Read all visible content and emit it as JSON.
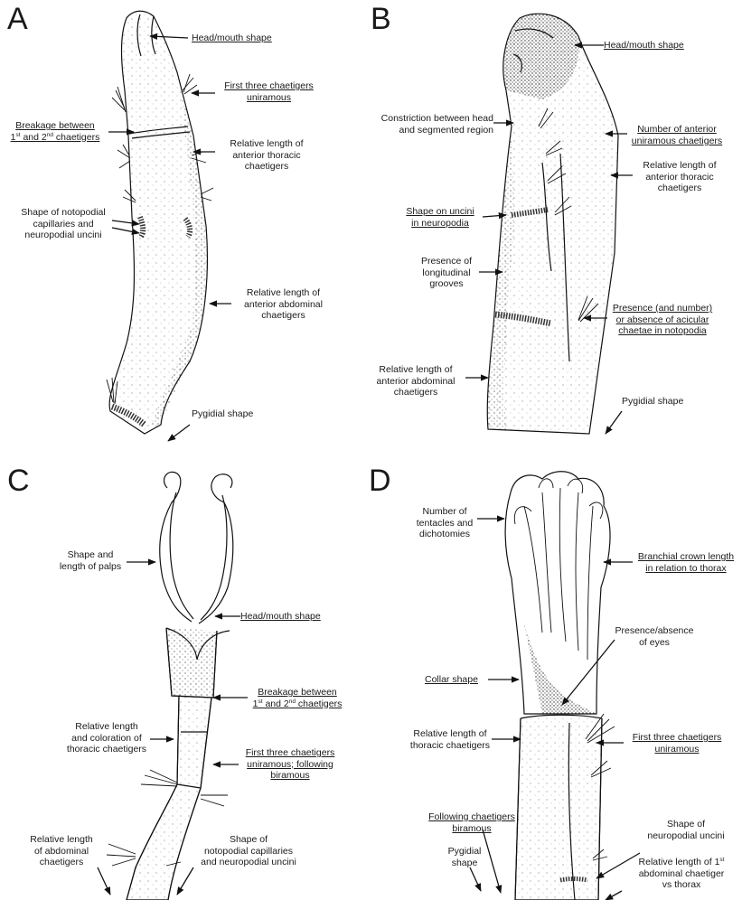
{
  "panels": {
    "A": {
      "letter": "A",
      "labels": {
        "head": "Head/mouth shape",
        "first_three_1": "First three chaetigers",
        "first_three_2": "uniramous",
        "breakage_1": "Breakage between",
        "breakage_2a": "1",
        "breakage_2b": "st",
        "breakage_2c": " and 2",
        "breakage_2d": "nd",
        "breakage_2e": " chaetigers",
        "rel_thoracic_1": "Relative length of",
        "rel_thoracic_2": "anterior thoracic",
        "rel_thoracic_3": "chaetigers",
        "noto_1": "Shape of notopodial",
        "noto_2": "capillaries and",
        "noto_3": "neuropodial uncini",
        "rel_abd_1": "Relative length of",
        "rel_abd_2": "anterior abdominal",
        "rel_abd_3": "chaetigers",
        "pygidial": "Pygidial shape"
      }
    },
    "B": {
      "letter": "B",
      "labels": {
        "head": "Head/mouth shape",
        "constriction_1": "Constriction between head",
        "constriction_2": "and segmented region",
        "num_anterior_1": "Number of anterior",
        "num_anterior_2": "uniramous chaetigers",
        "rel_thoracic_1": "Relative length of",
        "rel_thoracic_2": "anterior thoracic",
        "rel_thoracic_3": "chaetigers",
        "uncini_1": "Shape on uncini",
        "uncini_2": "in neuropodia",
        "grooves_1": "Presence of",
        "grooves_2": "longitudinal",
        "grooves_3": "grooves",
        "acicular_1": "Presence (and number)",
        "acicular_2": "or absence of acicular",
        "acicular_3": "chaetae in notopodia",
        "rel_abd_1": "Relative length of",
        "rel_abd_2": "anterior abdominal",
        "rel_abd_3": "chaetigers",
        "pygidial": "Pygidial shape"
      }
    },
    "C": {
      "letter": "C",
      "labels": {
        "palps_1": "Shape and",
        "palps_2": "length of palps",
        "head": "Head/mouth shape",
        "breakage_1": "Breakage between",
        "breakage_2a": "1",
        "breakage_2b": "st",
        "breakage_2c": " and 2",
        "breakage_2d": "nd",
        "breakage_2e": " chaetigers",
        "rel_thoracic_1": "Relative length",
        "rel_thoracic_2": "and coloration of",
        "rel_thoracic_3": "thoracic chaetigers",
        "first_three_1": "First three chaetigers",
        "first_three_2": "uniramous; following",
        "first_three_3": "biramous",
        "rel_abd_1": "Relative length",
        "rel_abd_2": "of abdominal",
        "rel_abd_3": "chaetigers",
        "noto_1": "Shape of",
        "noto_2": "notopodial capillaries",
        "noto_3": "and neuropodial uncini"
      }
    },
    "D": {
      "letter": "D",
      "labels": {
        "tentacles_1": "Number of",
        "tentacles_2": "tentacles and",
        "tentacles_3": "dichotomies",
        "crown_1": "Branchial crown length",
        "crown_2": "in relation to thorax",
        "eyes_1": "Presence/absence",
        "eyes_2": "of eyes",
        "collar": "Collar shape",
        "rel_thoracic_1": "Relative length of",
        "rel_thoracic_2": "thoracic chaetigers",
        "first_three_1": "First three chaetigers",
        "first_three_2": "uniramous",
        "following_1": "Following chaetigers",
        "following_2": "biramous",
        "uncini_1": "Shape of",
        "uncini_2": "neuropodial uncini",
        "pygidial_1": "Pygidial",
        "pygidial_2": "shape",
        "rel_abd_1a": "Relative length of 1",
        "rel_abd_1b": "st",
        "rel_abd_2": "abdominal chaetiger",
        "rel_abd_3": "vs thorax"
      }
    }
  }
}
